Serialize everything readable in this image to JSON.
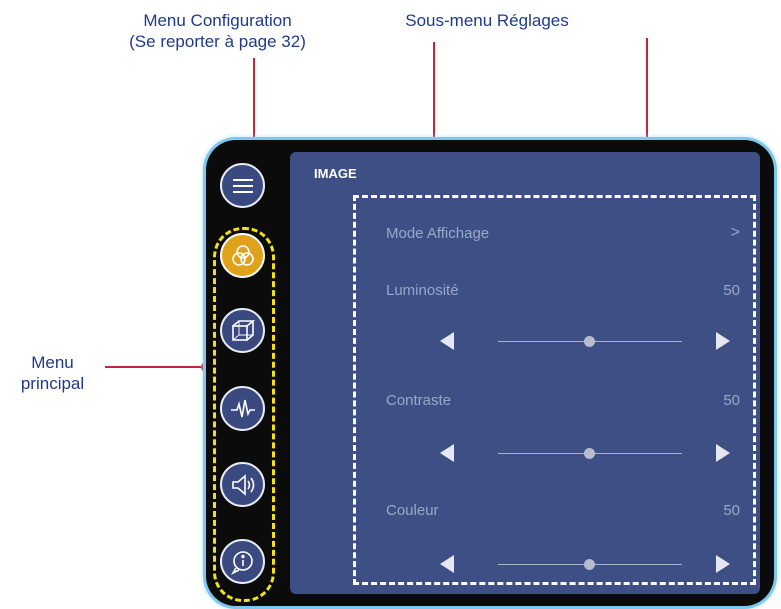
{
  "annotations": {
    "menu_config_line1": "Menu Configuration",
    "menu_config_line2": "(Se reporter à page 32)",
    "submenu": "Sous-menu Réglages",
    "main_menu_line1": "Menu",
    "main_menu_line2": "principal"
  },
  "panel": {
    "title": "IMAGE",
    "rows": [
      {
        "label": "Mode Affichage",
        "chevron": ">"
      },
      {
        "label": "Luminosité",
        "value": "50",
        "slider": 50
      },
      {
        "label": "Contraste",
        "value": "50",
        "slider": 50
      },
      {
        "label": "Couleur",
        "value": "50",
        "slider": 50
      }
    ]
  },
  "sidebar": {
    "items": [
      {
        "icon": "hamburger-icon",
        "active": false
      },
      {
        "icon": "color-circles-icon",
        "active": true
      },
      {
        "icon": "3d-box-icon",
        "active": false
      },
      {
        "icon": "waveform-icon",
        "active": false
      },
      {
        "icon": "speaker-icon",
        "active": false
      },
      {
        "icon": "info-icon",
        "active": false
      }
    ]
  },
  "colors": {
    "accent": "#e0a21a",
    "panel": "#3d4f85",
    "annotation_text": "#1f3a8a",
    "annotation_line": "#c0273a",
    "highlight_yellow": "#f2e11a"
  }
}
